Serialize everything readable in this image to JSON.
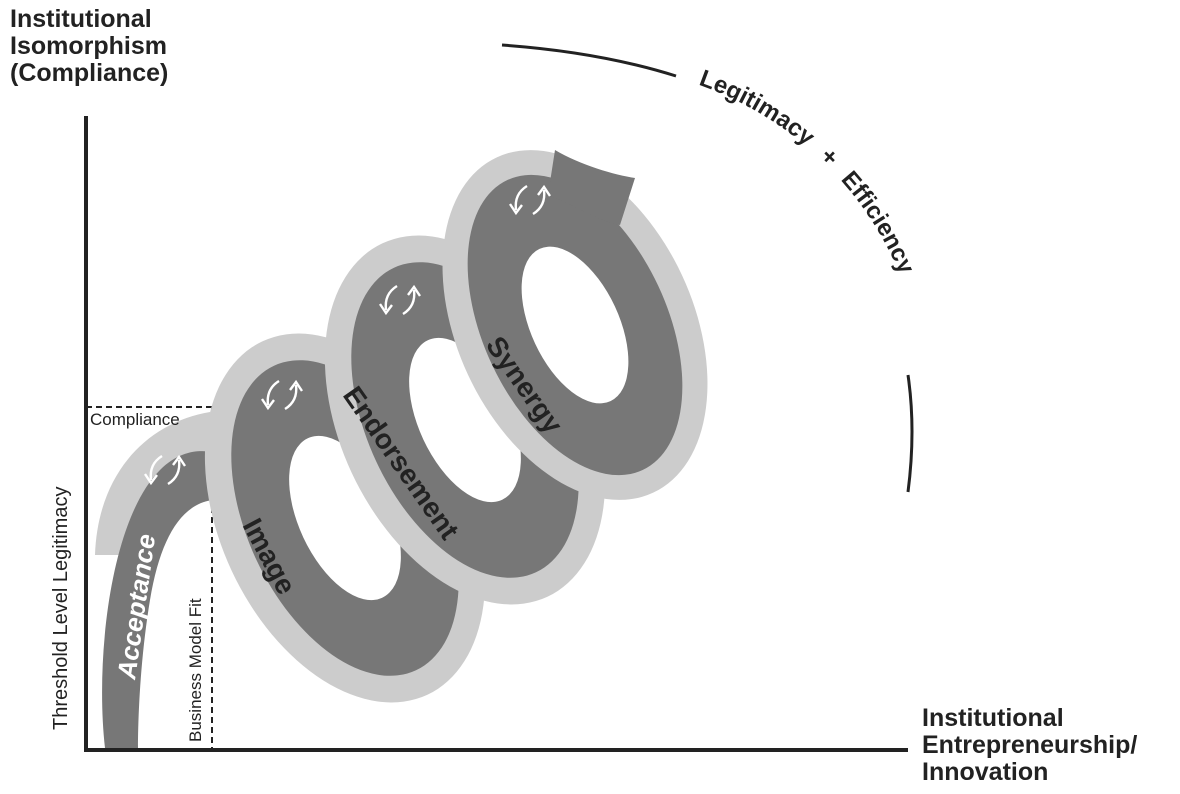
{
  "y_axis_title": [
    "Institutional",
    "Isomorphism",
    "(Compliance)"
  ],
  "x_axis_title": [
    "Institutional",
    "Entrepreneurship/",
    "Innovation"
  ],
  "threshold_label": "Threshold Level Legitimacy",
  "compliance_label": "Compliance",
  "business_model_label": "Business Model Fit",
  "stages": [
    "Acceptance",
    "Image",
    "Endorsement",
    "Synergy"
  ],
  "arc_label_words": [
    "Legitimacy",
    "+",
    "Efficiency"
  ],
  "colors": {
    "band_dark": "#777777",
    "band_light": "#cccccc",
    "ink": "#222222",
    "arrow": "#ffffff"
  },
  "icons": [
    "cycle-arrows-icon"
  ]
}
